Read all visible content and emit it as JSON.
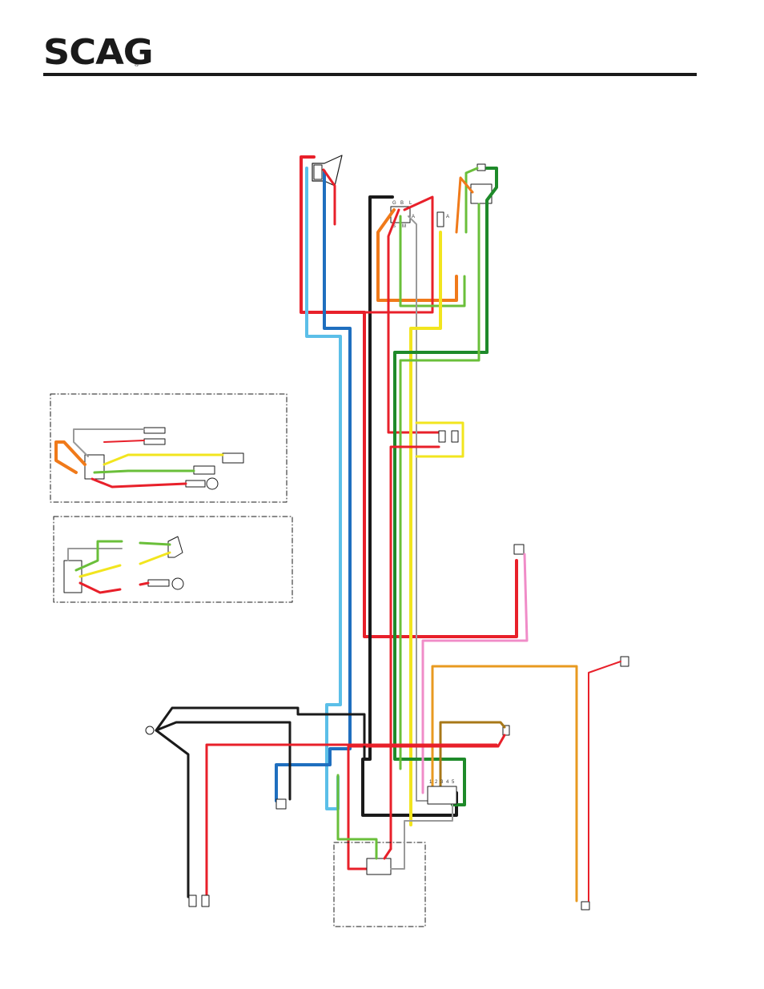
{
  "brand": {
    "logo_text": "SCAG",
    "registered_mark": "®"
  },
  "colors": {
    "red": "#e8202a",
    "black": "#1a1a1a",
    "light_blue": "#5bbfe8",
    "blue": "#1f6fbf",
    "yellow": "#f2e51e",
    "green": "#6abf3a",
    "dark_green": "#1e8a2a",
    "orange": "#f07a1a",
    "pink": "#f08cc8",
    "amber": "#e89a20",
    "brown": "#a87818",
    "gray": "#9a9a9a",
    "white_wire": "#ffffff"
  },
  "icons": {
    "logo": "scag-logo",
    "connector": "connector-icon",
    "ring_terminal": "ring-terminal-icon",
    "spade_terminal": "spade-terminal-icon",
    "ignition_switch": "ignition-switch-icon",
    "relay": "relay-icon"
  },
  "connector_labels": {
    "ignition": [
      "G",
      "B",
      "L",
      "A",
      "S",
      "M"
    ],
    "terminal_A": "A",
    "module": [
      "1",
      "2",
      "3",
      "4",
      "5"
    ]
  }
}
